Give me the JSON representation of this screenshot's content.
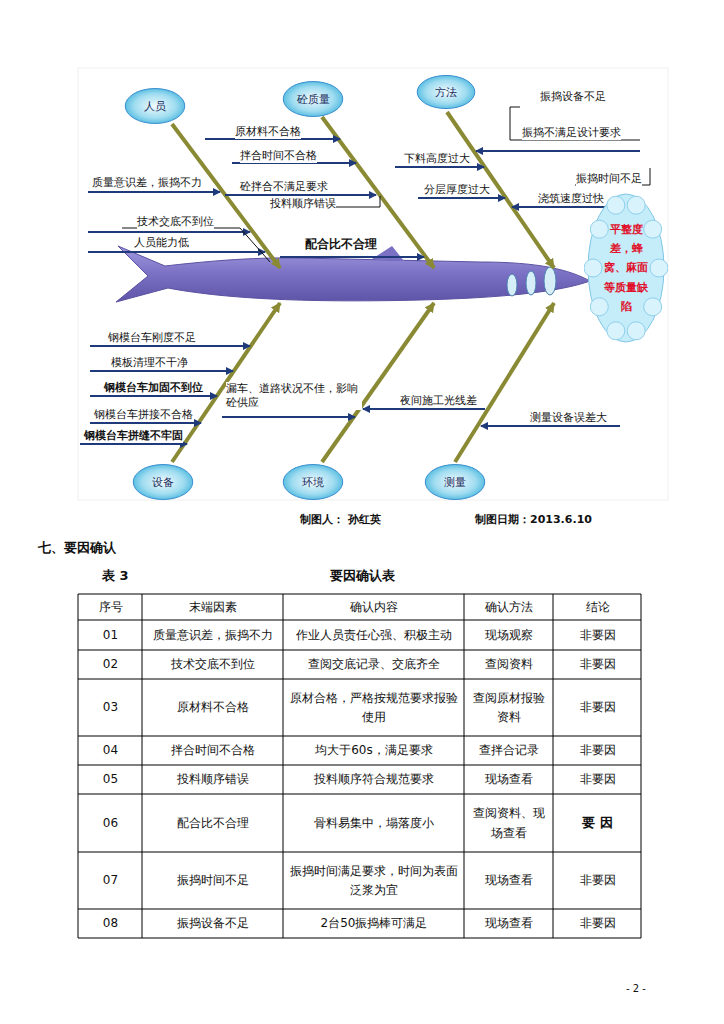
{
  "diagram": {
    "title": "七、要因确认",
    "nodes": [
      {
        "text": [
          "人员"
        ]
      },
      {
        "text": [
          "砼质量"
        ]
      },
      {
        "text": [
          "方法"
        ]
      },
      {
        "text": [
          "设备"
        ]
      },
      {
        "text": [
          "环境"
        ]
      },
      {
        "text": [
          "测量"
        ]
      },
      {
        "text": [
          "平整度差，蜂窝、麻面等质量缺陷"
        ]
      }
    ],
    "labels": [
      "原材料不合格",
      "拌合时间不合格",
      "质量意识差，振捣不力",
      "砼拌合不满足要求",
      "投料顺序错误",
      "技术交底不到位",
      "人员能力低",
      "配合比不合理",
      "振捣设备不足",
      "振捣不满足设计要求",
      "下料高度过大",
      "振捣时间不足",
      "分层厚度过大",
      "浇筑速度过快",
      "钢模台车刚度不足",
      "模板清理不干净",
      "钢模台车加固不到位",
      "钢模台车拼接不合格",
      "钢模台车拼缝不牢固",
      "漏车、道路状况不佳，影响砼供应",
      "夜间施工光线差",
      "测量设备误差大",
      "制图人：  孙红英",
      "制图日期：2013.6.10",
      "表 3",
      "要因确认表",
      "序号",
      "末端因素",
      "确认内容",
      "确认方法",
      "结论",
      "01",
      "质量意识差，振捣不力",
      "作业人员责任心强、积极主动",
      "现场观察",
      "非要因",
      "02",
      "技术交底不到位",
      "查阅交底记录、交底齐全",
      "查阅资料",
      "非要因",
      "03",
      "原材料不合格",
      "原材合格，严格按规范要求报验使用",
      "查阅原材报验资料",
      "非要因",
      "04",
      "拌合时间不合格",
      "均大于60s，满足要求",
      "查拌合记录",
      "非要因",
      "05",
      "投料顺序错误",
      "投料顺序符合规范要求",
      "现场查看",
      "非要因",
      "06",
      "配合比不合理",
      "骨料易集中，塌落度小",
      "查阅资料、现场查看",
      "要 因",
      "07",
      "振捣时间不足",
      "振捣时间满足要求，时间为表面泛浆为宜",
      "现场查看",
      "非要因",
      "08",
      "振捣设备不足",
      "2台50振捣棒可满足",
      "现场查看",
      "非要因",
      "- 2 -"
    ]
  }
}
